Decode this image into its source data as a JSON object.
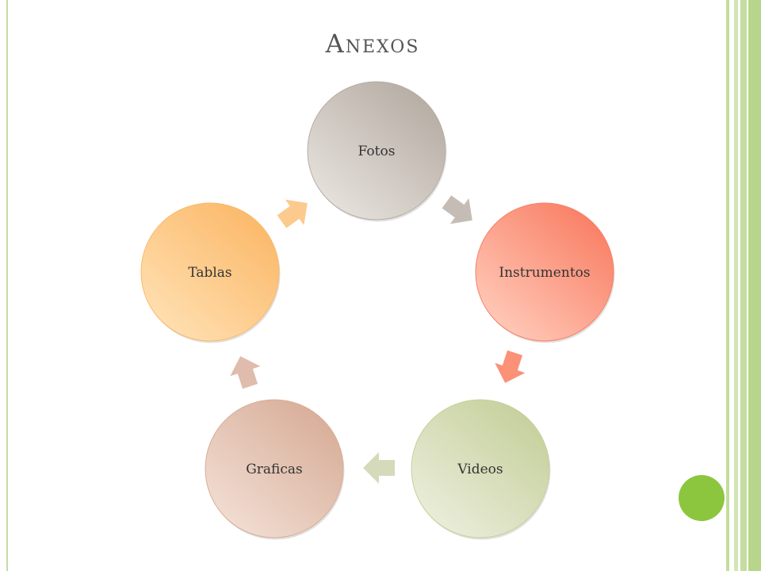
{
  "slide": {
    "title": "Anexos"
  },
  "diagram": {
    "type": "cycle",
    "nodes": [
      {
        "id": "fotos",
        "label": "Fotos",
        "color_light": "#e6e1dc",
        "color_dark": "#b6ada4"
      },
      {
        "id": "instrumentos",
        "label": "Instrumentos",
        "color_light": "#ffc9b8",
        "color_dark": "#f97f65"
      },
      {
        "id": "videos",
        "label": "Videos",
        "color_light": "#eaedda",
        "color_dark": "#c6d09c"
      },
      {
        "id": "graficas",
        "label": "Graficas",
        "color_light": "#f1ddd2",
        "color_dark": "#d8ae99"
      },
      {
        "id": "tablas",
        "label": "Tablas",
        "color_light": "#ffdfb0",
        "color_dark": "#fbb96a"
      }
    ],
    "arrow_colors": [
      "#c2b9b1",
      "#fb8b70",
      "#d2d8b6",
      "#ddb8a6",
      "#fcc787"
    ]
  },
  "colors": {
    "accent_green": "#8cc63f",
    "frame_green": "#c6dca8",
    "title_text": "#555555"
  }
}
